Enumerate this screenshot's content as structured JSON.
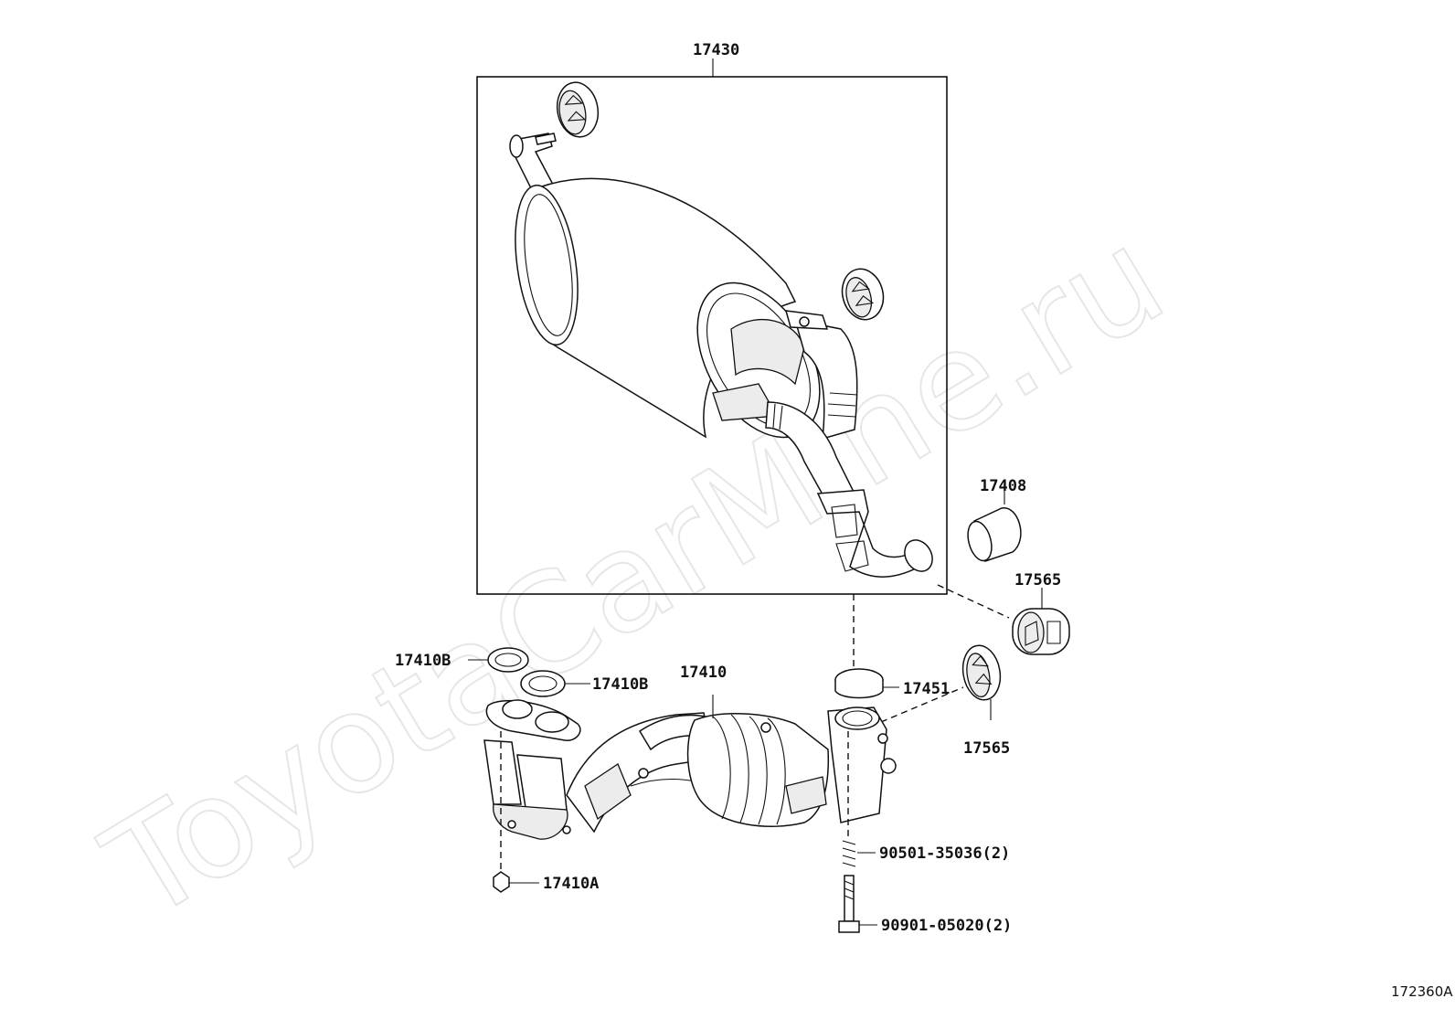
{
  "watermark": "ToyotaCarMine.ru",
  "reference_code": "172360A",
  "callouts": {
    "c17430": "17430",
    "c17408": "17408",
    "c17565_top": "17565",
    "c17565_bottom": "17565",
    "c17410B_a": "17410B",
    "c17410B_b": "17410B",
    "c17410": "17410",
    "c17451": "17451",
    "c17410A": "17410A",
    "c90501": "90501-35036(2)",
    "c90901": "90901-05020(2)"
  }
}
